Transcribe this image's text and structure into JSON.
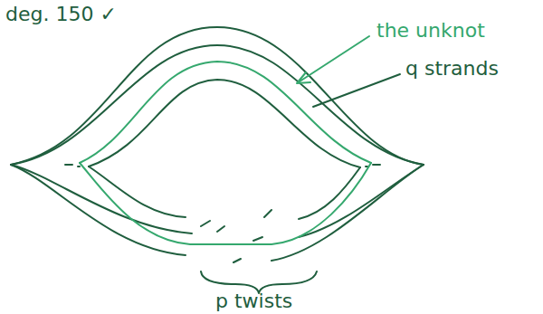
{
  "diagram": {
    "labels": [
      "deg. 150 ✓",
      "the unknot",
      "q strands",
      "p twists"
    ]
  }
}
